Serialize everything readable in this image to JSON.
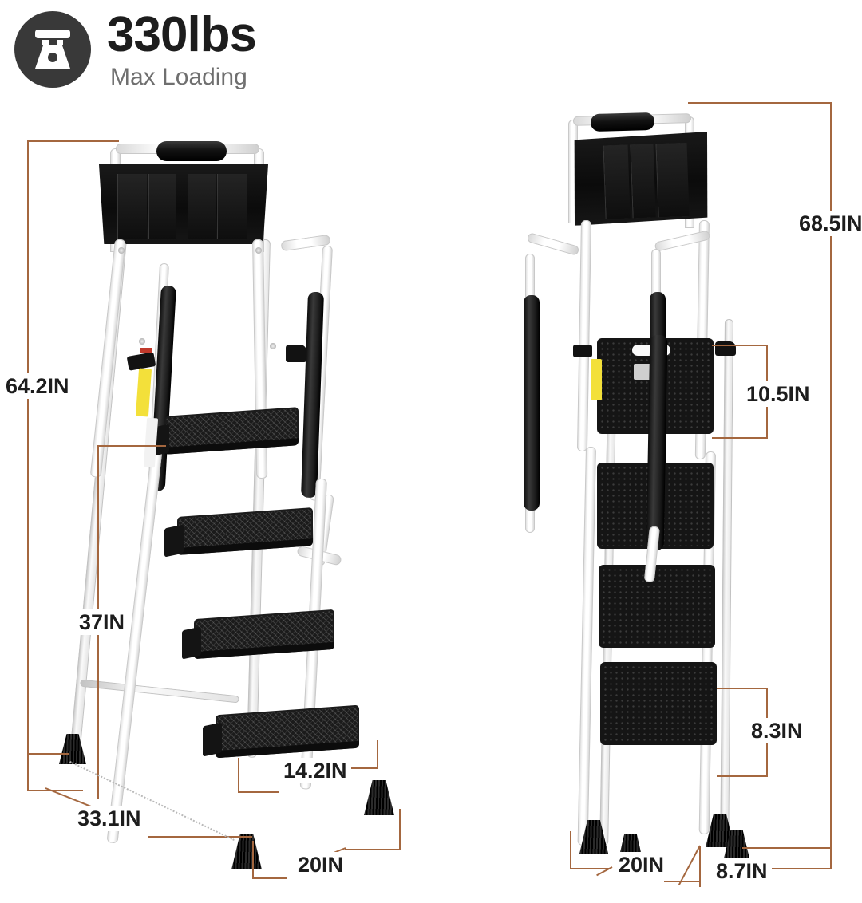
{
  "header": {
    "icon": "weight-scale-icon",
    "value": "330lbs",
    "subtitle": "Max Loading"
  },
  "product": {
    "name": "4-step folding step ladder with tool pouch and handrails",
    "views": [
      {
        "id": "front-view",
        "label": "front three-quarter view"
      },
      {
        "id": "side-view",
        "label": "side profile view"
      }
    ]
  },
  "dimension_color": "#a4673f",
  "dimensions": {
    "front": [
      {
        "name": "overall-height",
        "value": "64.2IN",
        "orientation": "vertical"
      },
      {
        "name": "standing-platform-height",
        "value": "37IN",
        "orientation": "vertical"
      },
      {
        "name": "base-depth",
        "value": "33.1IN",
        "orientation": "diagonal"
      },
      {
        "name": "step-width",
        "value": "14.2IN",
        "orientation": "horizontal"
      },
      {
        "name": "base-width",
        "value": "20IN",
        "orientation": "horizontal"
      }
    ],
    "side": [
      {
        "name": "total-height-with-handle",
        "value": "68.5IN",
        "orientation": "vertical"
      },
      {
        "name": "step-depth-top",
        "value": "10.5IN",
        "orientation": "vertical"
      },
      {
        "name": "step-depth-bottom",
        "value": "8.3IN",
        "orientation": "vertical"
      },
      {
        "name": "folded-base-width",
        "value": "20IN",
        "orientation": "horizontal"
      },
      {
        "name": "folded-thickness",
        "value": "8.7IN",
        "orientation": "horizontal"
      }
    ]
  }
}
